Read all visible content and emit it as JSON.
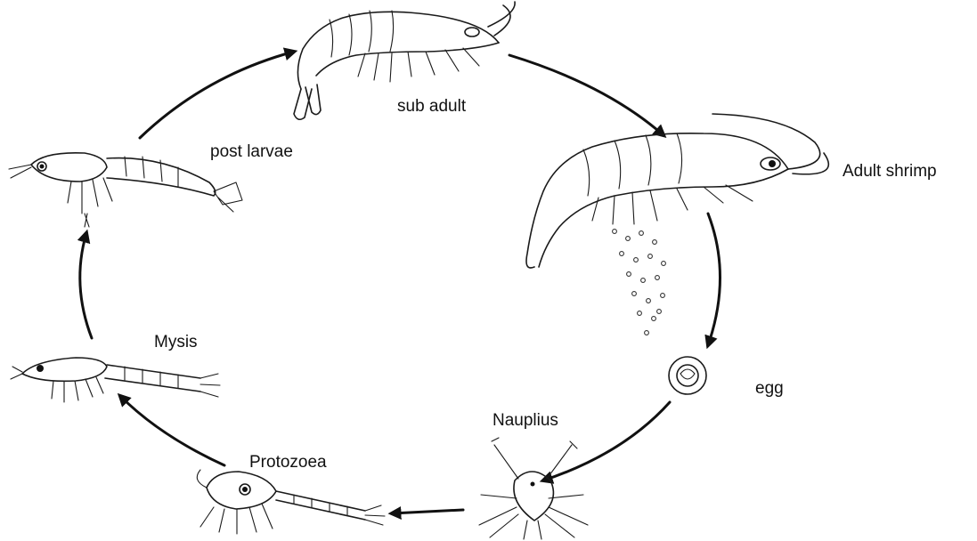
{
  "stages": {
    "sub_adult": "sub adult",
    "adult_shrimp": "Adult shrimp",
    "egg": "egg",
    "nauplius": "Nauplius",
    "protozoea": "Protozoea",
    "mysis": "Mysis",
    "post_larvae": "post larvae"
  }
}
